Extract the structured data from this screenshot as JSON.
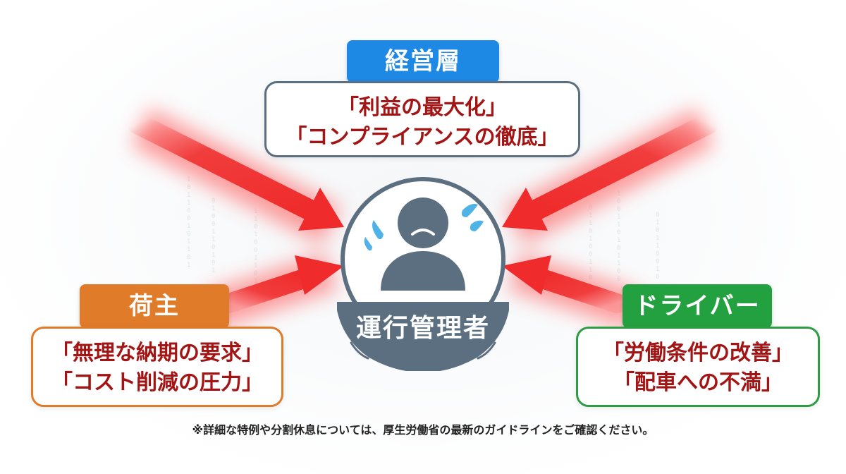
{
  "management": {
    "tag": "経営層",
    "lines": [
      "「利益の最大化」",
      "「コンプライアンスの徹底」"
    ],
    "color": "#1e88e5"
  },
  "shipper": {
    "tag": "荷主",
    "lines": [
      "「無理な納期の要求」",
      "「コスト削減の圧力」"
    ],
    "color": "#e07b2a"
  },
  "driver": {
    "tag": "ドライバー",
    "lines": [
      "「労働条件の改善」",
      "「配車への不満」"
    ],
    "color": "#23a140"
  },
  "center": {
    "label": "運行管理者",
    "color": "#5b6f80"
  },
  "footnote": "※詳細な特例や分割休息については、厚生労働省の最新のガイドラインをご確認ください。",
  "colors": {
    "arrow": "#ef2b2b",
    "quote_text": "#a31414"
  },
  "icons": [
    "worried-person-icon",
    "sweat-drop-icon",
    "pressure-arrow-icon"
  ]
}
